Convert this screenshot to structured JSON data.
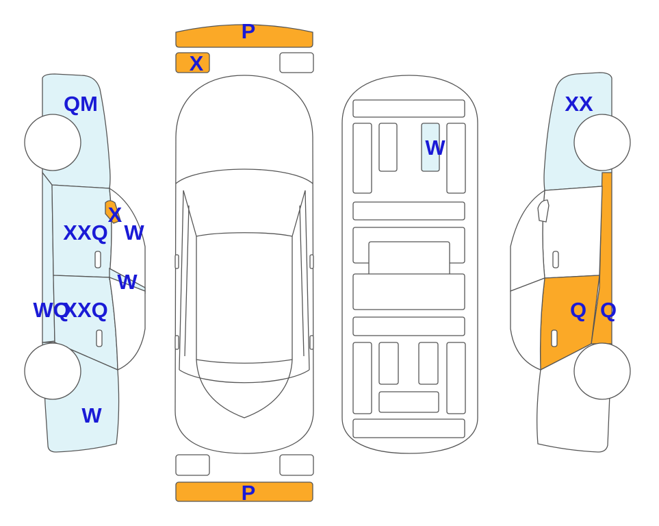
{
  "colors": {
    "outline": "#555555",
    "damage_fill": "#dff3f8",
    "replaced_fill": "#fba927",
    "label": "#1a1ad6"
  },
  "labels": {
    "front_bumper": "P",
    "rear_bumper": "P",
    "front_left_light": "X",
    "left_front_fender": "QM",
    "left_mirror": "X",
    "left_front_door": "XXQ",
    "left_a_pillar": "W",
    "left_b_pillar": "W",
    "left_rocker": "WQ",
    "left_rear_door": "XXQ",
    "left_quarter": "W",
    "roof_panel": "W",
    "right_fender": "XX",
    "right_rear_door": "Q",
    "right_pillar": "Q"
  }
}
